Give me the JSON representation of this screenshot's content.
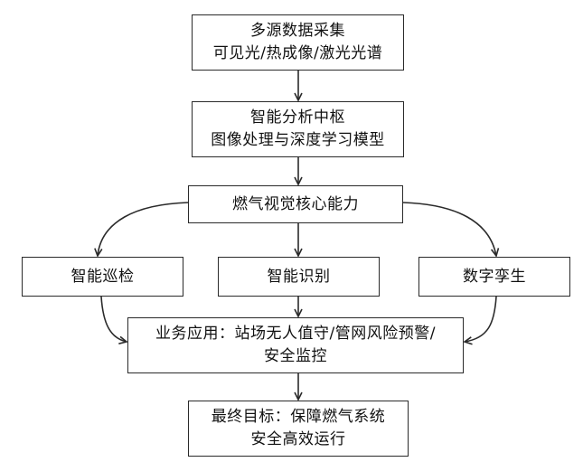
{
  "nodes": {
    "source": {
      "lines": [
        "多源数据采集",
        "可见光/热成像/激光光谱"
      ]
    },
    "hub": {
      "lines": [
        "智能分析中枢",
        "图像处理与深度学习模型"
      ]
    },
    "core": {
      "lines": [
        "燃气视觉核心能力"
      ]
    },
    "patrol": {
      "lines": [
        "智能巡检"
      ]
    },
    "recog": {
      "lines": [
        "智能识别"
      ]
    },
    "twin": {
      "lines": [
        "数字孪生"
      ]
    },
    "app": {
      "lines": [
        "业务应用：站场无人值守/管网风险预警/",
        "安全监控"
      ]
    },
    "goal": {
      "lines": [
        "最终目标：保障燃气系统",
        "安全高效运行"
      ]
    }
  },
  "edges": [
    {
      "from": "source",
      "to": "hub"
    },
    {
      "from": "hub",
      "to": "core"
    },
    {
      "from": "core",
      "to": "patrol"
    },
    {
      "from": "core",
      "to": "recog"
    },
    {
      "from": "core",
      "to": "twin"
    },
    {
      "from": "patrol",
      "to": "app"
    },
    {
      "from": "recog",
      "to": "app"
    },
    {
      "from": "twin",
      "to": "app"
    },
    {
      "from": "app",
      "to": "goal"
    }
  ],
  "colors": {
    "stroke": "#2a2a2a",
    "background": "#ffffff"
  }
}
